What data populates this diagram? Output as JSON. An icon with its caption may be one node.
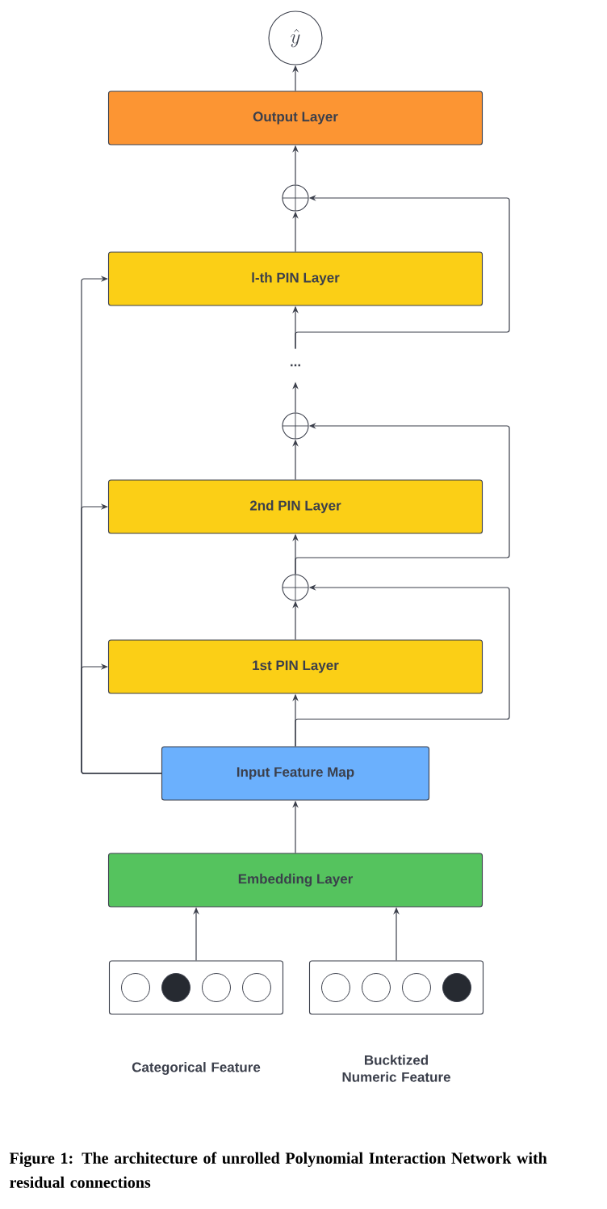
{
  "diagram": {
    "caption": "Figure 1: The architecture of unrolled Polynomial Interaction Network with residual connections",
    "nodes": [
      {
        "text": [
          "\\hat{y}"
        ]
      },
      {
        "text": [
          "Output Layer"
        ]
      },
      {
        "text": [],
        "shape": "circle"
      },
      {
        "text": [
          "l-th PIN Layer"
        ]
      },
      {
        "text": [
          "..."
        ]
      },
      {
        "text": [],
        "shape": "circle"
      },
      {
        "text": [
          "2nd PIN Layer"
        ]
      },
      {
        "text": [],
        "shape": "circle"
      },
      {
        "text": [
          "1st PIN Layer"
        ]
      },
      {
        "text": [
          "Input Feature Map"
        ]
      },
      {
        "text": [
          "Embedding Layer"
        ]
      },
      {
        "text": [],
        "shape": "box",
        "beside": [
          "Categorical Feature"
        ]
      },
      {
        "text": [],
        "shape": "box",
        "beside": [
          "Bucktized Numeric Feature"
        ]
      }
    ],
    "edges": [
      {
        "from": 11,
        "to": 10,
        "arrow": "to"
      },
      {
        "from": 12,
        "to": 10,
        "arrow": "to"
      },
      {
        "from": 10,
        "to": 9,
        "arrow": "to"
      },
      {
        "from": 9,
        "to": 8,
        "arrow": "to"
      },
      {
        "from": 9,
        "to": 8,
        "arrow": "to"
      },
      {
        "from": 9,
        "to": 6,
        "arrow": "to"
      },
      {
        "from": 9,
        "to": 3,
        "arrow": "to"
      },
      {
        "from": 9,
        "to": 7,
        "arrow": "to"
      },
      {
        "from": 8,
        "to": 7,
        "arrow": "to"
      },
      {
        "from": 7,
        "to": 6,
        "arrow": "to"
      },
      {
        "from": 7,
        "to": 5,
        "arrow": "to"
      },
      {
        "from": 6,
        "to": 5,
        "arrow": "to"
      },
      {
        "from": 5,
        "to": 4,
        "arrow": "to"
      },
      {
        "from": 4,
        "to": 3,
        "arrow": "to"
      },
      {
        "from": 4,
        "to": 2,
        "arrow": "to"
      },
      {
        "from": 3,
        "to": 2,
        "arrow": "to"
      },
      {
        "from": 2,
        "to": 1,
        "arrow": "to"
      },
      {
        "from": 1,
        "to": 0,
        "arrow": "to"
      }
    ]
  }
}
